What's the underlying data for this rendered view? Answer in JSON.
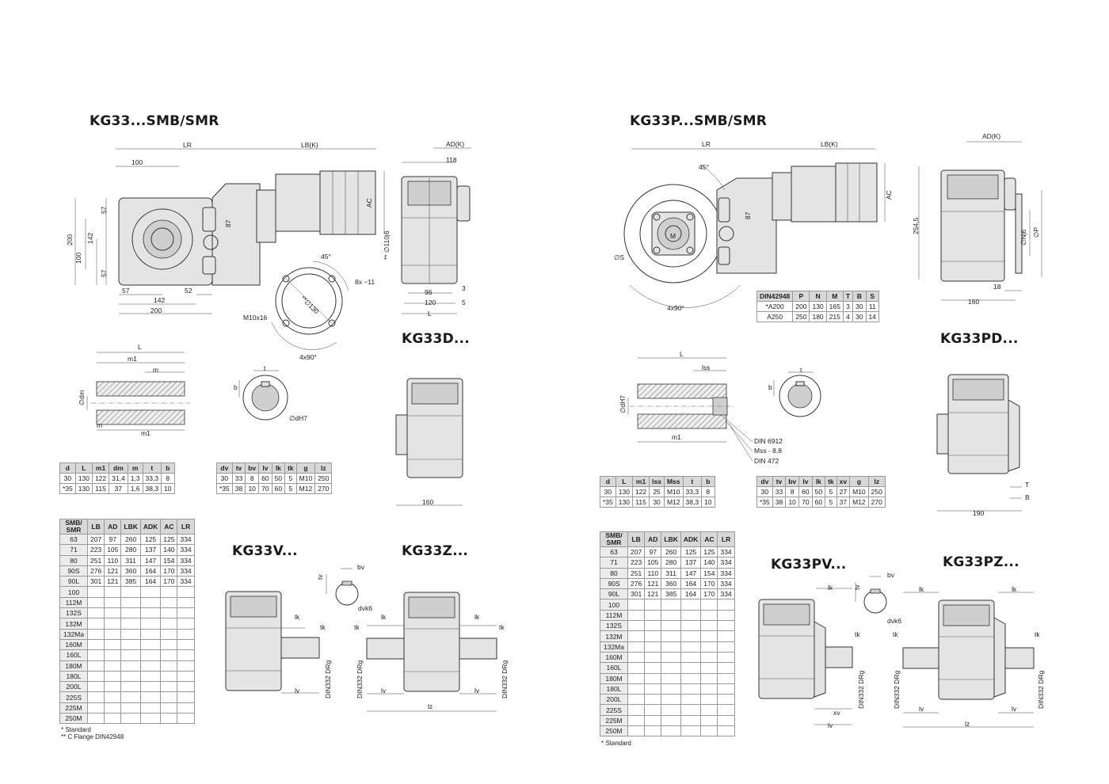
{
  "left": {
    "main_title": "KG33...SMB/SMR",
    "d_title": "KG33D...",
    "v_title": "KG33V...",
    "z_title": "KG33Z...",
    "main_dims": {
      "LR": "LR",
      "LB": "LB(K)",
      "AD": "AD(K)",
      "AC": "AC",
      "d100": "100",
      "d118": "118",
      "d200": "200",
      "d142": "142",
      "d100v": "100",
      "d57a": "57",
      "d57b": "57",
      "d87": "87",
      "d110": "** ∅110j6",
      "d57h": "57",
      "d142h": "142",
      "d52": "52",
      "d200h": "200",
      "d96": "96",
      "d120": "120",
      "d3": "3",
      "d5": "5",
      "L": "L",
      "d8x11": "8x −11",
      "d45": "45°",
      "d130": "**∅130",
      "m10": "M10x16",
      "d4x90": "4x90°"
    },
    "shaft_dims": {
      "L": "L",
      "m1": "m1",
      "m": "m",
      "dm": "∅dm",
      "m_lower": "m",
      "m1_lower": "m1",
      "t": "t",
      "b": "b",
      "dH7": "∅dH7"
    },
    "shaft_table": {
      "headers": [
        "d",
        "L",
        "m1",
        "dm",
        "m",
        "t",
        "b"
      ],
      "rows": [
        [
          "30",
          "130",
          "122",
          "31,4",
          "1,3",
          "33,3",
          "8"
        ],
        [
          "*35",
          "130",
          "115",
          "37",
          "1,6",
          "38,3",
          "10"
        ]
      ]
    },
    "key_table": {
      "headers": [
        "dv",
        "tv",
        "bv",
        "lv",
        "lk",
        "tk",
        "g",
        "lz"
      ],
      "rows": [
        [
          "30",
          "33",
          "8",
          "60",
          "50",
          "5",
          "M10",
          "250"
        ],
        [
          "*35",
          "38",
          "10",
          "70",
          "60",
          "5",
          "M12",
          "270"
        ]
      ]
    },
    "motor_table": {
      "headers": [
        "SMB/ SMR",
        "LB",
        "AD",
        "LBK",
        "ADK",
        "AC",
        "LR"
      ],
      "rows": [
        [
          "63",
          "207",
          "97",
          "260",
          "125",
          "125",
          "334"
        ],
        [
          "71",
          "223",
          "105",
          "280",
          "137",
          "140",
          "334"
        ],
        [
          "80",
          "251",
          "110",
          "311",
          "147",
          "154",
          "334"
        ],
        [
          "90S",
          "276",
          "121",
          "360",
          "164",
          "170",
          "334"
        ],
        [
          "90L",
          "301",
          "121",
          "385",
          "164",
          "170",
          "334"
        ],
        [
          "100",
          "",
          "",
          "",
          "",
          "",
          ""
        ],
        [
          "112M",
          "",
          "",
          "",
          "",
          "",
          ""
        ],
        [
          "132S",
          "",
          "",
          "",
          "",
          "",
          ""
        ],
        [
          "132M",
          "",
          "",
          "",
          "",
          "",
          ""
        ],
        [
          "132Ma",
          "",
          "",
          "",
          "",
          "",
          ""
        ],
        [
          "160M",
          "",
          "",
          "",
          "",
          "",
          ""
        ],
        [
          "160L",
          "",
          "",
          "",
          "",
          "",
          ""
        ],
        [
          "180M",
          "",
          "",
          "",
          "",
          "",
          ""
        ],
        [
          "180L",
          "",
          "",
          "",
          "",
          "",
          ""
        ],
        [
          "200L",
          "",
          "",
          "",
          "",
          "",
          ""
        ],
        [
          "225S",
          "",
          "",
          "",
          "",
          "",
          ""
        ],
        [
          "225M",
          "",
          "",
          "",
          "",
          "",
          ""
        ],
        [
          "250M",
          "",
          "",
          "",
          "",
          "",
          ""
        ]
      ]
    },
    "notes": [
      "* Standard",
      "** C Flange DIN42948"
    ],
    "d_dims": {
      "d160": "160"
    },
    "vz_dims": {
      "tv": "tv",
      "bv": "bv",
      "dvk6": "dvk6",
      "lk": "lk",
      "tk": "tk",
      "din": "DIN332 DRg",
      "lv": "lv",
      "lz": "lz"
    }
  },
  "right": {
    "main_title": "KG33P...SMB/SMR",
    "pd_title": "KG33PD...",
    "pv_title": "KG33PV...",
    "pz_title": "KG33PZ...",
    "main_dims": {
      "LR": "LR",
      "LB": "LB(K)",
      "AD": "AD(K)",
      "AC": "AC",
      "d45": "45°",
      "M": "M",
      "d87": "87",
      "S": "∅S",
      "d4x90": "4x90°",
      "d254": "254,5",
      "Nj6": "∅Nj6",
      "P": "∅P",
      "d18": "18",
      "d160": "160"
    },
    "flange_table": {
      "headers": [
        "DIN42948",
        "P",
        "N",
        "M",
        "T",
        "B",
        "S"
      ],
      "rows": [
        [
          "*A200",
          "200",
          "130",
          "165",
          "3",
          "30",
          "11"
        ],
        [
          "A250",
          "250",
          "180",
          "215",
          "4",
          "30",
          "14"
        ]
      ]
    },
    "shaft_dims": {
      "L": "L",
      "lss": "lss",
      "dH7": "∅dH7",
      "m1": "m1",
      "t": "t",
      "b": "b",
      "din6912": "DIN 6912",
      "mss": "Mss - 8,8",
      "din472": "DIN 472"
    },
    "shaft_table": {
      "headers": [
        "d",
        "L",
        "m1",
        "lss",
        "Mss",
        "t",
        "b"
      ],
      "rows": [
        [
          "30",
          "130",
          "122",
          "25",
          "M10",
          "33,3",
          "8"
        ],
        [
          "*35",
          "130",
          "115",
          "30",
          "M12",
          "38,3",
          "10"
        ]
      ]
    },
    "key_table": {
      "headers": [
        "dv",
        "tv",
        "bv",
        "lv",
        "lk",
        "tk",
        "xv",
        "g",
        "lz"
      ],
      "rows": [
        [
          "30",
          "33",
          "8",
          "60",
          "50",
          "5",
          "27",
          "M10",
          "250"
        ],
        [
          "*35",
          "38",
          "10",
          "70",
          "60",
          "5",
          "37",
          "M12",
          "270"
        ]
      ]
    },
    "motor_table": {
      "headers": [
        "SMB/ SMR",
        "LB",
        "AD",
        "LBK",
        "ADK",
        "AC",
        "LR"
      ],
      "rows": [
        [
          "63",
          "207",
          "97",
          "260",
          "125",
          "125",
          "334"
        ],
        [
          "71",
          "223",
          "105",
          "280",
          "137",
          "140",
          "334"
        ],
        [
          "80",
          "251",
          "110",
          "311",
          "147",
          "154",
          "334"
        ],
        [
          "90S",
          "276",
          "121",
          "360",
          "164",
          "170",
          "334"
        ],
        [
          "90L",
          "301",
          "121",
          "385",
          "164",
          "170",
          "334"
        ],
        [
          "100",
          "",
          "",
          "",
          "",
          "",
          ""
        ],
        [
          "112M",
          "",
          "",
          "",
          "",
          "",
          ""
        ],
        [
          "132S",
          "",
          "",
          "",
          "",
          "",
          ""
        ],
        [
          "132M",
          "",
          "",
          "",
          "",
          "",
          ""
        ],
        [
          "132Ma",
          "",
          "",
          "",
          "",
          "",
          ""
        ],
        [
          "160M",
          "",
          "",
          "",
          "",
          "",
          ""
        ],
        [
          "160L",
          "",
          "",
          "",
          "",
          "",
          ""
        ],
        [
          "180M",
          "",
          "",
          "",
          "",
          "",
          ""
        ],
        [
          "180L",
          "",
          "",
          "",
          "",
          "",
          ""
        ],
        [
          "200L",
          "",
          "",
          "",
          "",
          "",
          ""
        ],
        [
          "225S",
          "",
          "",
          "",
          "",
          "",
          ""
        ],
        [
          "225M",
          "",
          "",
          "",
          "",
          "",
          ""
        ],
        [
          "250M",
          "",
          "",
          "",
          "",
          "",
          ""
        ]
      ]
    },
    "notes": [
      "* Standard"
    ],
    "pd_dims": {
      "T": "T",
      "B": "B",
      "d190": "190"
    },
    "pvz_dims": {
      "lk": "lk",
      "tv": "tv",
      "bv": "bv",
      "dvk6": "dvk6",
      "tk": "tk",
      "din": "DIN332 DRg",
      "xv": "xv",
      "lv": "lv",
      "lz": "lz"
    }
  }
}
